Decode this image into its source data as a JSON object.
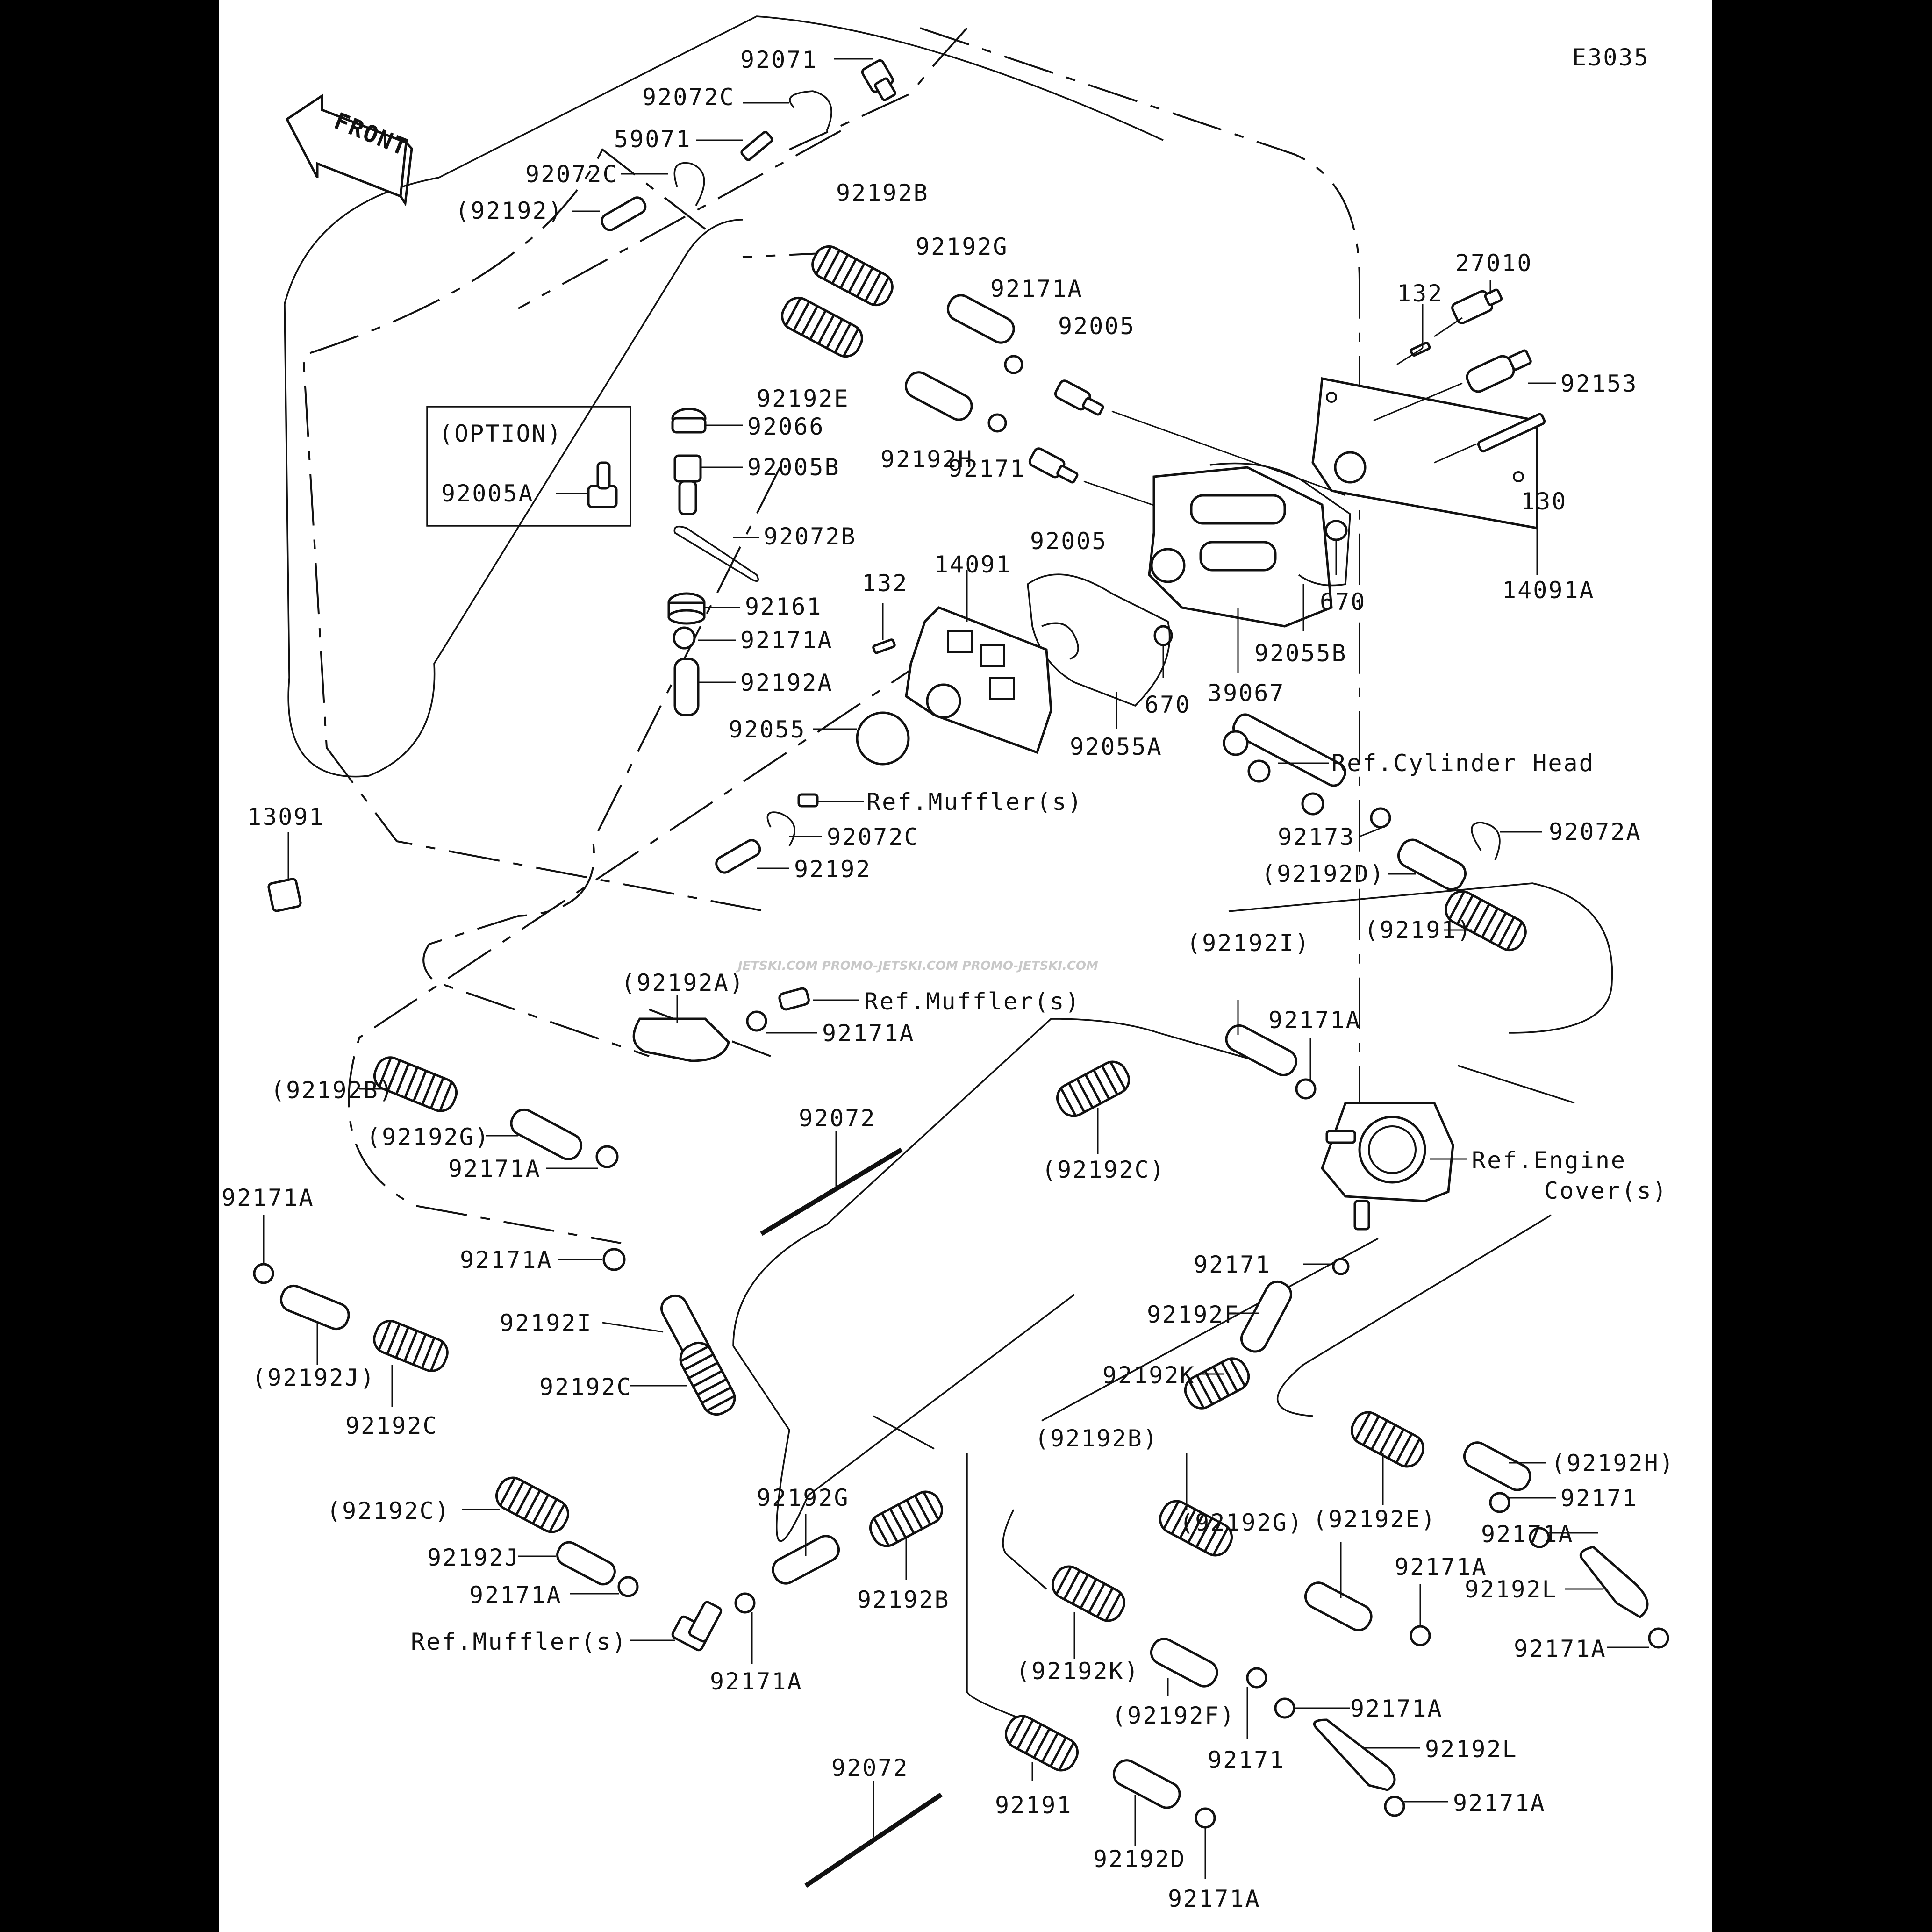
{
  "diagram": {
    "code": "E3035",
    "front_label": "FRONT",
    "option_title": "(OPTION)",
    "watermark": "JETSKI.COM PROMO-JETSKI.COM PROMO-JETSKI.COM",
    "labels": {
      "p92071": "92071",
      "p92072C_1": "92072C",
      "p59071": "59071",
      "p92072C_2": "92072C",
      "p92192_paren": "(92192)",
      "p92192B_top": "92192B",
      "p92192G_top": "92192G",
      "p92171A_a": "92171A",
      "p92005_a": "92005",
      "p132_a": "132",
      "p27010": "27010",
      "p92153": "92153",
      "p92192E_top": "92192E",
      "p92066": "92066",
      "p92005B": "92005B",
      "p92192H_top": "92192H",
      "p92171_a": "92171",
      "p92005A": "92005A",
      "p92072B": "92072B",
      "p92005_b": "92005",
      "p130": "130",
      "p92161": "92161",
      "p132_b": "132",
      "p14091": "14091",
      "p670_a": "670",
      "p14091A": "14091A",
      "p92171A_b": "92171A",
      "p92055B": "92055B",
      "p92192A": "92192A",
      "p670_b": "670",
      "p39067": "39067",
      "p92055": "92055",
      "p92055A": "92055A",
      "ref_cyl": "Ref.Cylinder Head",
      "ref_muff_a": "Ref.Muffler(s)",
      "p13091": "13091",
      "p92072C_3": "92072C",
      "p92173": "92173",
      "p92072A": "92072A",
      "p92192_mid": "92192",
      "p92192D_paren": "(92192D)",
      "p92191_paren": "(92191)",
      "p92192A_paren": "(92192A)",
      "ref_muff_b": "Ref.Muffler(s)",
      "p92192I_paren": "(92192I)",
      "p92171A_c": "92171A",
      "p92171A_d": "92171A",
      "p92192B_paren": "(92192B)",
      "p92192G_paren": "(92192G)",
      "p92171A_e": "92171A",
      "p92072_a": "92072",
      "p92192C_paren_top": "(92192C)",
      "ref_eng_1": "Ref.Engine",
      "ref_eng_2": "Cover(s)",
      "p92171A_f": "92171A",
      "p92171A_g": "92171A",
      "p92171_b": "92171",
      "p92192I": "92192I",
      "p92192F": "92192F",
      "p92192J_paren": "(92192J)",
      "p92192C_a": "92192C",
      "p92192K": "92192K",
      "p92192C_b": "92192C",
      "p92192B_paren_b": "(92192B)",
      "p92192H_paren": "(92192H)",
      "p92192C_paren_b": "(92192C)",
      "p92192G_b": "92192G",
      "p92192G_paren_b": "(92192G)",
      "p92192E_paren": "(92192E)",
      "p92171_c": "92171",
      "p92192J": "92192J",
      "p92171A_h": "92171A",
      "p92171A_i": "92171A",
      "p92192B_b": "92192B",
      "p92192L_a": "92192L",
      "ref_muff_c": "Ref.Muffler(s)",
      "p92192K_paren": "(92192K)",
      "p92171A_j": "92171A",
      "p92171A_k": "92171A",
      "p92192F_paren": "(92192F)",
      "p92171A_l": "92171A",
      "p92171_d": "92171",
      "p92192L_b": "92192L",
      "p92072_b": "92072",
      "p92191": "92191",
      "p92171A_m": "92171A",
      "p92192D": "92192D",
      "p92171A_n": "92171A"
    }
  }
}
